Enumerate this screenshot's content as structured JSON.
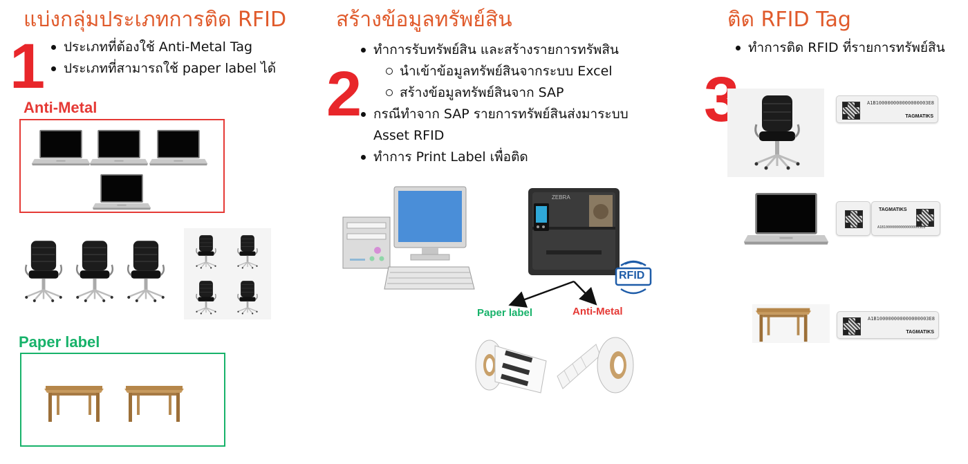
{
  "colors": {
    "title": "#e05a2b",
    "number": "#e8262a",
    "anti_metal": "#e53935",
    "paper": "#17b26a"
  },
  "section1": {
    "title": "แบ่งกลุ่มประเภทการติด RFID",
    "number": "1",
    "bullets": [
      "ประเภทที่ต้องใช้ Anti-Metal Tag",
      "ประเภทที่สามารถใช้ paper label ได้"
    ],
    "anti_metal_label": "Anti-Metal",
    "paper_label": "Paper label"
  },
  "section2": {
    "title": "สร้างข้อมูลทรัพย์สิน",
    "number": "2",
    "bullet1": "ทำการรับทรัพย์สิน และสร้างรายการทรัพสิน",
    "sub_bullets": [
      "นำเข้าข้อมูลทรัพย์สินจากระบบ Excel",
      "สร้างข้อมูลทรัพย์สินจาก SAP"
    ],
    "bullet2_line1": "กรณีทำจาก SAP รายการทรัพย์สินส่งมาระบบ",
    "bullet2_line2": "Asset RFID",
    "bullet3": "ทำการ Print Label เพื่อติด",
    "rfid_logo": "RFID",
    "paper_label": "Paper label",
    "anti_metal_label": "Anti-Metal"
  },
  "section3": {
    "title": "ติด RFID Tag",
    "number": "3",
    "bullet": "ทำการติด RFID ที่รายการทรัพย์สิน",
    "tag_code": "A1B100000000000000003E8",
    "tag_brand": "TAGMATIKS"
  }
}
